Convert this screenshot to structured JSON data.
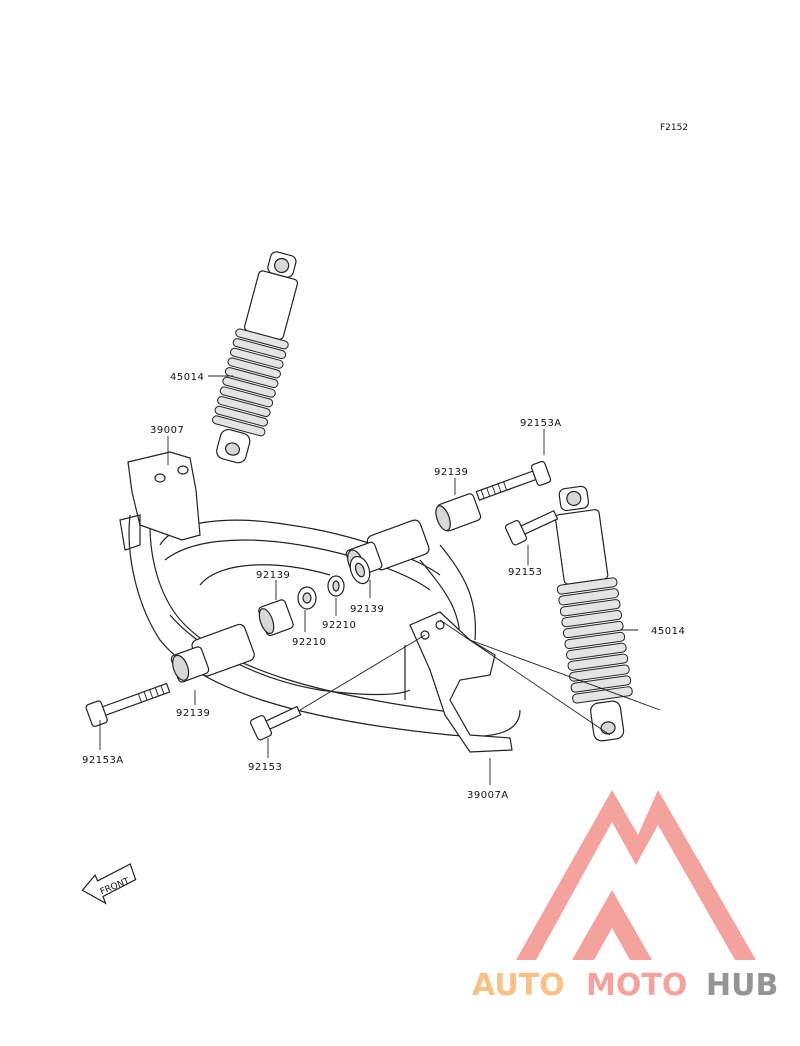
{
  "figure_code": "F2152",
  "labels": {
    "shock_upper_left": "45014",
    "shock_right": "45014",
    "bracket_left": "39007",
    "bracket_right": "39007A",
    "bolt_top_right": "92153A",
    "bolt_left": "92153A",
    "bolt_small_right": "92153",
    "bolt_small_left": "92153",
    "collar_upper": "92139",
    "collar_mid_left": "92139",
    "collar_mid_right": "92139",
    "collar_lower": "92139",
    "washer_right": "92210",
    "washer_left": "92210"
  },
  "front_marker": "FRONT",
  "watermark": {
    "part1": "AUTO",
    "part2": "MOTO",
    "part3": "HUB",
    "color_light": "#f5b36b",
    "color_mid": "#f28c86",
    "color_dark": "#7a7a7a"
  }
}
